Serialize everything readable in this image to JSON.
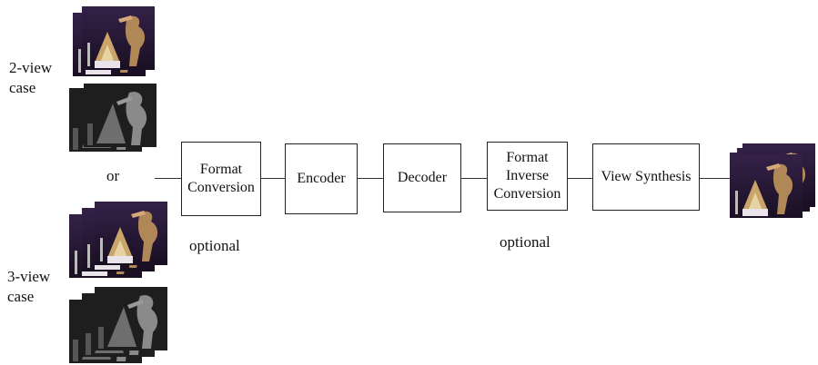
{
  "inputs": {
    "two_view": {
      "label_line1": "2-view",
      "label_line2": "case"
    },
    "or_label": "or",
    "three_view": {
      "label_line1": "3-view",
      "label_line2": "case"
    }
  },
  "pipeline": {
    "format_conversion": {
      "line1": "Format",
      "line2": "Conversion"
    },
    "encoder": "Encoder",
    "decoder": "Decoder",
    "format_inverse_conversion": {
      "line1": "Format",
      "line2": "Inverse",
      "line3": "Conversion"
    },
    "view_synthesis": "View Synthesis"
  },
  "optional_labels": {
    "left": "optional",
    "right": "optional"
  },
  "colors": {
    "texture_bg": "#2a1a3a",
    "depth_bg": "#1e1e1e",
    "depth_shape": "#8a8a8a",
    "lines": "#333333"
  },
  "icons": [
    "texture-view-stack",
    "depth-view-stack",
    "output-view-stack"
  ]
}
